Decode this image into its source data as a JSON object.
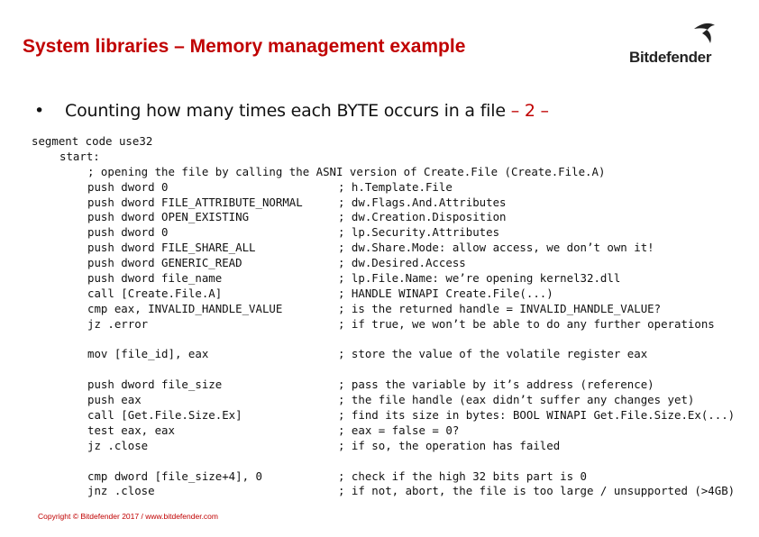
{
  "header": {
    "title": "System libraries – Memory management example",
    "logo_text": "Bitdefender"
  },
  "bullet": {
    "glyph": "•",
    "text": "Counting how many times each BYTE occurs in a file ",
    "accent": "– 2 –"
  },
  "code_lines": [
    {
      "indent": 0,
      "instr": "segment code use32",
      "comment": ""
    },
    {
      "indent": 1,
      "instr": "start:",
      "comment": ""
    },
    {
      "indent": 2,
      "instr": "; opening the file by calling the ASNI version of Create.File (Create.File.A)",
      "comment": ""
    },
    {
      "indent": 2,
      "instr": "push dword 0",
      "comment": "; h.Template.File"
    },
    {
      "indent": 2,
      "instr": "push dword FILE_ATTRIBUTE_NORMAL",
      "comment": "; dw.Flags.And.Attributes"
    },
    {
      "indent": 2,
      "instr": "push dword OPEN_EXISTING",
      "comment": "; dw.Creation.Disposition"
    },
    {
      "indent": 2,
      "instr": "push dword 0",
      "comment": "; lp.Security.Attributes"
    },
    {
      "indent": 2,
      "instr": "push dword FILE_SHARE_ALL",
      "comment": "; dw.Share.Mode: allow access, we don’t own it!"
    },
    {
      "indent": 2,
      "instr": "push dword GENERIC_READ",
      "comment": "; dw.Desired.Access"
    },
    {
      "indent": 2,
      "instr": "push dword file_name",
      "comment": "; lp.File.Name: we’re opening kernel32.dll"
    },
    {
      "indent": 2,
      "instr": "call [Create.File.A]",
      "comment": "; HANDLE WINAPI Create.File(...)"
    },
    {
      "indent": 2,
      "instr": "cmp eax, INVALID_HANDLE_VALUE",
      "comment": "; is the returned handle = INVALID_HANDLE_VALUE?"
    },
    {
      "indent": 2,
      "instr": "jz .error",
      "comment": "; if true, we won’t be able to do any further operations"
    },
    {
      "indent": 2,
      "instr": "",
      "comment": ""
    },
    {
      "indent": 2,
      "instr": "mov [file_id], eax",
      "comment": "; store the value of the volatile register eax"
    },
    {
      "indent": 2,
      "instr": "",
      "comment": ""
    },
    {
      "indent": 2,
      "instr": "push dword file_size",
      "comment": "; pass the variable by it’s address (reference)"
    },
    {
      "indent": 2,
      "instr": "push eax",
      "comment": "; the file handle (eax didn’t suffer any changes yet)"
    },
    {
      "indent": 2,
      "instr": "call [Get.File.Size.Ex]",
      "comment": "; find its size in bytes: BOOL WINAPI Get.File.Size.Ex(...)"
    },
    {
      "indent": 2,
      "instr": "test eax, eax",
      "comment": "; eax = false = 0?"
    },
    {
      "indent": 2,
      "instr": "jz .close",
      "comment": "; if so, the operation has failed"
    },
    {
      "indent": 2,
      "instr": "",
      "comment": ""
    },
    {
      "indent": 2,
      "instr": "cmp dword [file_size+4], 0",
      "comment": "; check if the high 32 bits part is 0"
    },
    {
      "indent": 2,
      "instr": "jnz .close",
      "comment": "; if not, abort, the file is too large / unsupported (>4GB)"
    }
  ],
  "footer": {
    "text": "Copyright © Bitdefender 2017 / www.bitdefender.com"
  },
  "colors": {
    "accent": "#c00000",
    "text": "#111111"
  }
}
